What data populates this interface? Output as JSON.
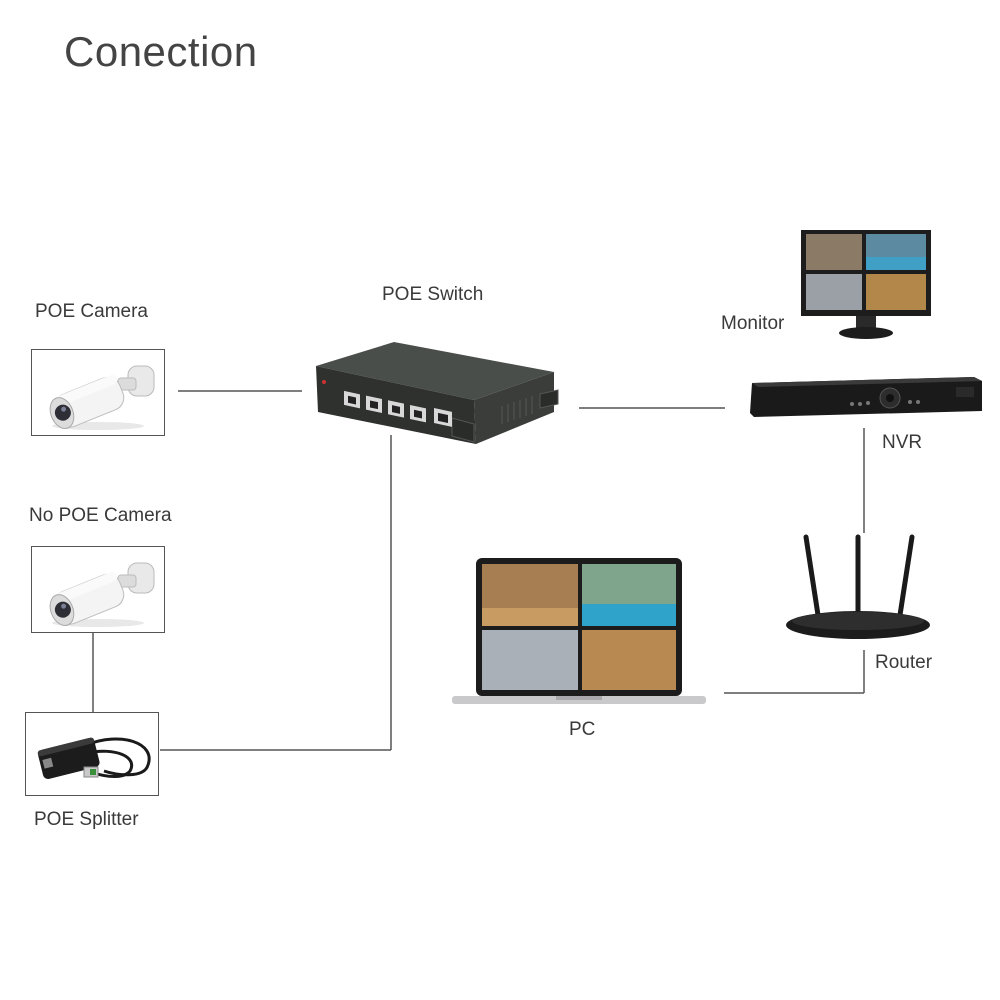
{
  "title": "Conection",
  "labels": {
    "poe_camera": "POE Camera",
    "no_poe_camera": "No POE Camera",
    "poe_splitter": "POE Splitter",
    "poe_switch": "POE Switch",
    "monitor": "Monitor",
    "nvr": "NVR",
    "router": "Router",
    "pc": "PC"
  },
  "colors": {
    "wire": "#555555",
    "device_body": "#2b2d2b",
    "camera_body": "#f2f2f2"
  }
}
